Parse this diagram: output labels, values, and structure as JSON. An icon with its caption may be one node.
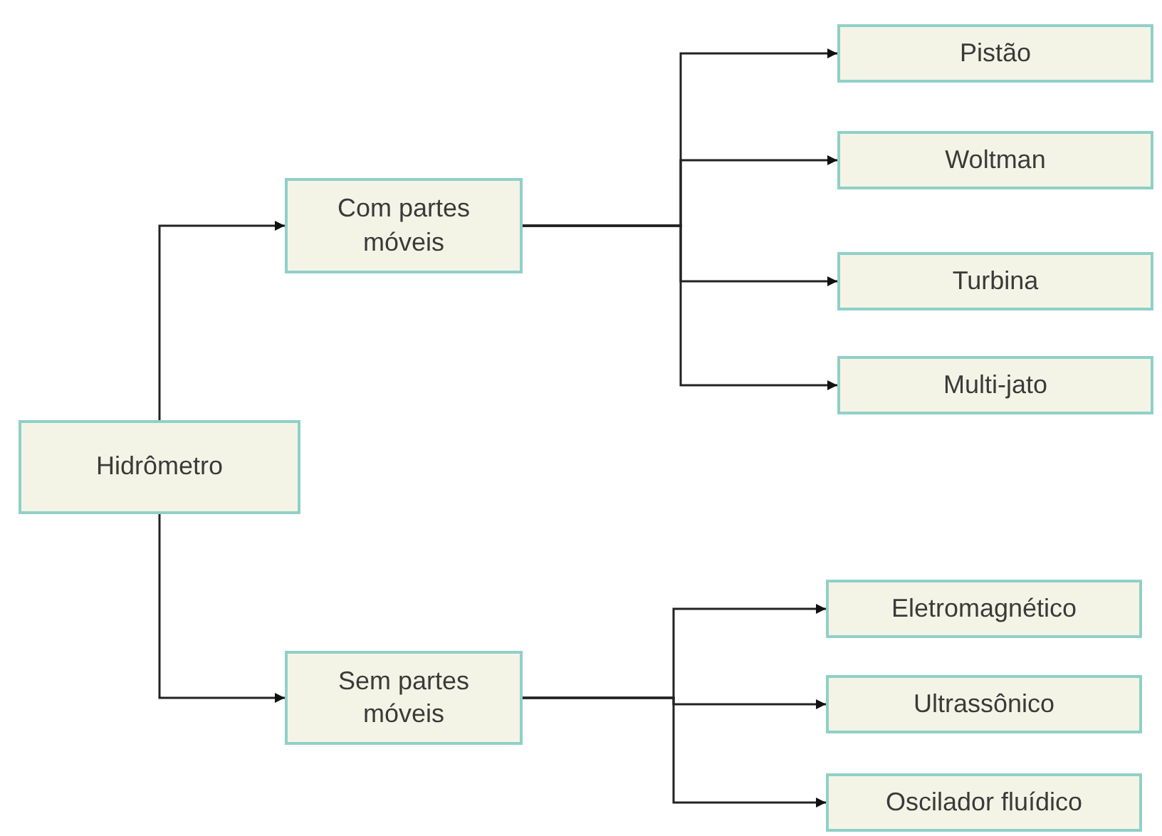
{
  "diagram": {
    "nodes": [
      {
        "text": [
          "Hidrômetro"
        ]
      },
      {
        "text": [
          "Com partes móveis"
        ]
      },
      {
        "text": [
          "Sem partes móveis"
        ]
      },
      {
        "text": [
          "Pistão"
        ]
      },
      {
        "text": [
          "Woltman"
        ]
      },
      {
        "text": [
          "Turbina"
        ]
      },
      {
        "text": [
          "Multi-jato"
        ]
      },
      {
        "text": [
          "Eletromagnético"
        ]
      },
      {
        "text": [
          "Ultrassônico"
        ]
      },
      {
        "text": [
          "Oscilador fluídico"
        ]
      }
    ],
    "edges": [
      {
        "from": 0,
        "to": 1,
        "arrow": "to"
      },
      {
        "from": 0,
        "to": 2,
        "arrow": "to"
      },
      {
        "from": 1,
        "to": 3,
        "arrow": "to"
      },
      {
        "from": 1,
        "to": 4,
        "arrow": "to"
      },
      {
        "from": 1,
        "to": 5,
        "arrow": "to"
      },
      {
        "from": 1,
        "to": 6,
        "arrow": "to"
      },
      {
        "from": 2,
        "to": 7,
        "arrow": "to"
      },
      {
        "from": 2,
        "to": 8,
        "arrow": "to"
      },
      {
        "from": 2,
        "to": 9,
        "arrow": "to"
      }
    ]
  }
}
